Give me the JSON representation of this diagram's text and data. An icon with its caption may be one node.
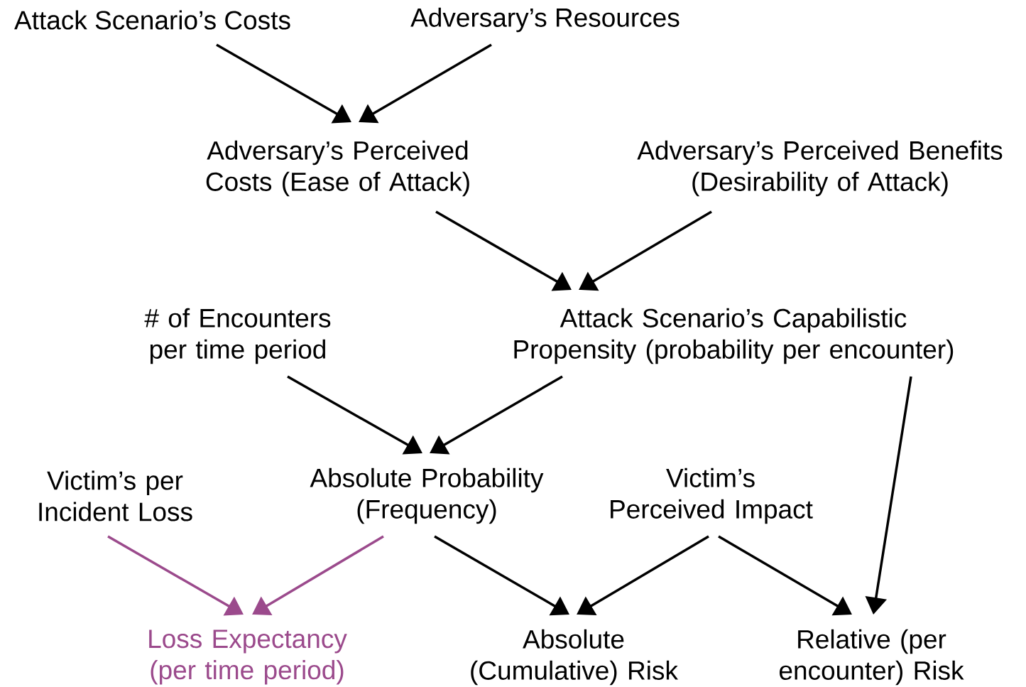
{
  "diagram": {
    "nodes": [
      {
        "text": [
          "Attack Scenario’s Costs"
        ]
      },
      {
        "text": [
          "Adversary’s Resources"
        ]
      },
      {
        "text": [
          "Adversary’s Perceived Costs (Ease of Attack)"
        ]
      },
      {
        "text": [
          "Adversary’s Perceived Benefits (Desirability of Attack)"
        ]
      },
      {
        "text": [
          "# of Encounters per time period"
        ]
      },
      {
        "text": [
          "Attack Scenario’s Capabilistic Propensity (probability per encounter)"
        ]
      },
      {
        "text": [
          "Victim’s per Incident Loss"
        ]
      },
      {
        "text": [
          "Absolute Probability (Frequency)"
        ]
      },
      {
        "text": [
          "Victim’s Perceived Impact"
        ]
      },
      {
        "text": [
          "Loss Expectancy (per time period)"
        ]
      },
      {
        "text": [
          "Absolute (Cumulative) Risk"
        ]
      },
      {
        "text": [
          "Relative (per encounter) Risk"
        ]
      }
    ],
    "edges": [
      {
        "from": 0,
        "to": 2,
        "arrow": "to"
      },
      {
        "from": 1,
        "to": 2,
        "arrow": "to"
      },
      {
        "from": 2,
        "to": 5,
        "arrow": "to"
      },
      {
        "from": 3,
        "to": 5,
        "arrow": "to"
      },
      {
        "from": 4,
        "to": 7,
        "arrow": "to"
      },
      {
        "from": 5,
        "to": 7,
        "arrow": "to"
      },
      {
        "from": 6,
        "to": 9,
        "arrow": "to",
        "color": "#9b4a8c"
      },
      {
        "from": 7,
        "to": 9,
        "arrow": "to",
        "color": "#9b4a8c"
      },
      {
        "from": 7,
        "to": 10,
        "arrow": "to"
      },
      {
        "from": 8,
        "to": 10,
        "arrow": "to"
      },
      {
        "from": 8,
        "to": 11,
        "arrow": "to"
      },
      {
        "from": 5,
        "to": 11,
        "arrow": "to"
      }
    ]
  }
}
